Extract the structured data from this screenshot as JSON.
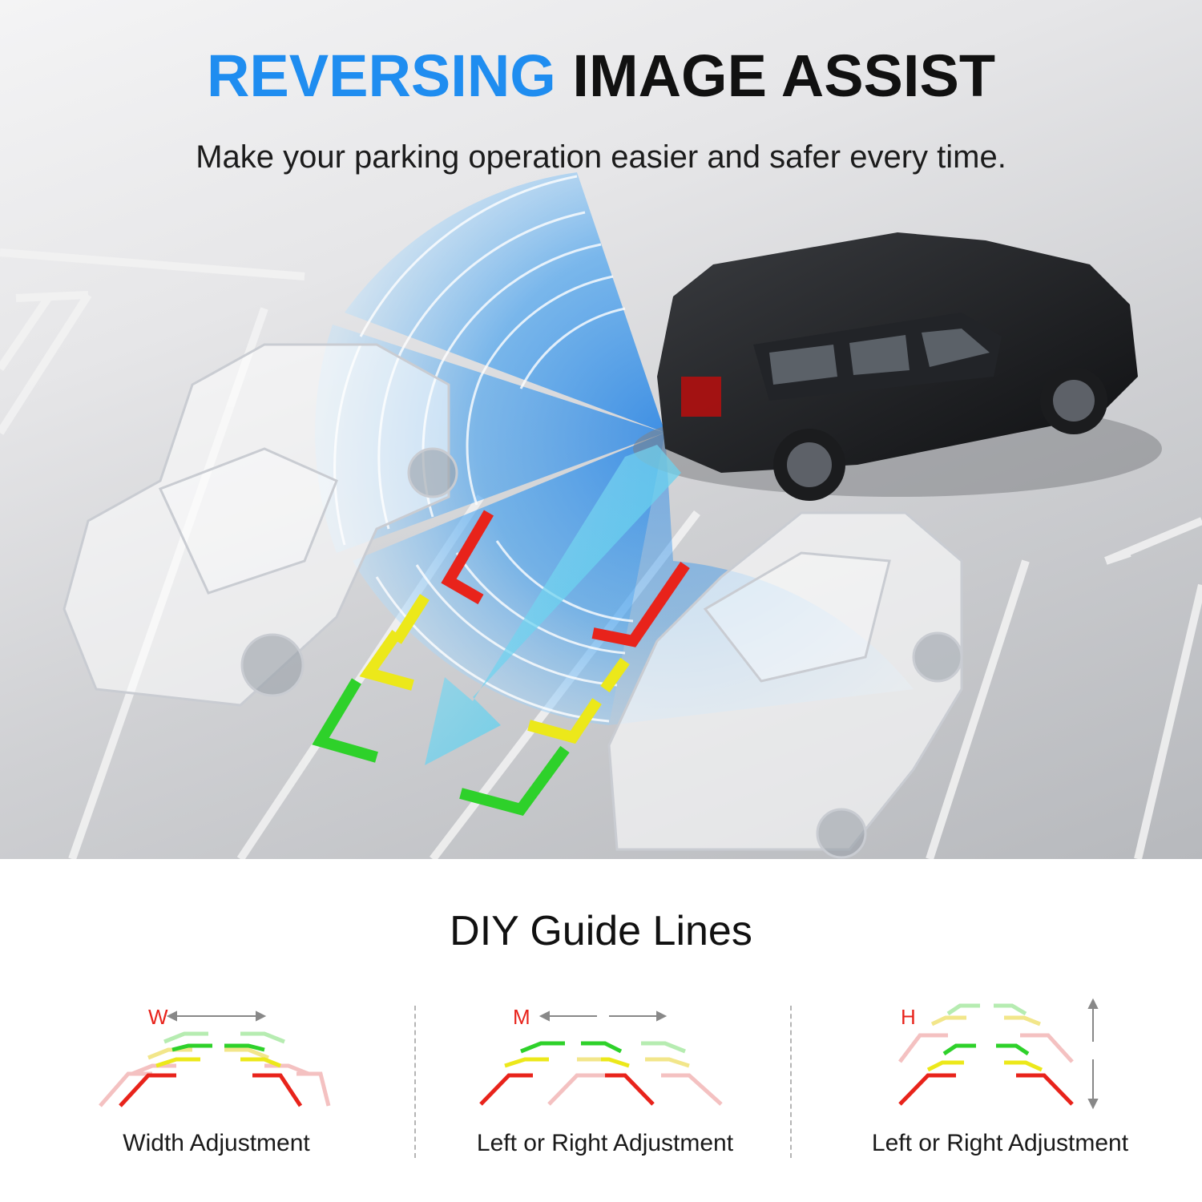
{
  "header": {
    "title_highlight": "REVERSING",
    "title_rest": "IMAGE ASSIST",
    "subtitle": "Make your parking operation easier and safer every time."
  },
  "section": {
    "title": "DIY Guide Lines"
  },
  "panels": [
    {
      "letter": "W",
      "caption": "Width Adjustment"
    },
    {
      "letter": "M",
      "caption": "Left or Right Adjustment"
    },
    {
      "letter": "H",
      "caption": "Left or Right Adjustment"
    }
  ],
  "colors": {
    "accent_blue": "#1f8df0",
    "guide_red": "#e8231b",
    "guide_yellow": "#ece81a",
    "guide_green": "#2ed12a",
    "sonar_blue": "#4aa8f0"
  },
  "icons": [
    "sonar-wave-icon",
    "reverse-arrow-icon",
    "double-arrow-icon"
  ]
}
